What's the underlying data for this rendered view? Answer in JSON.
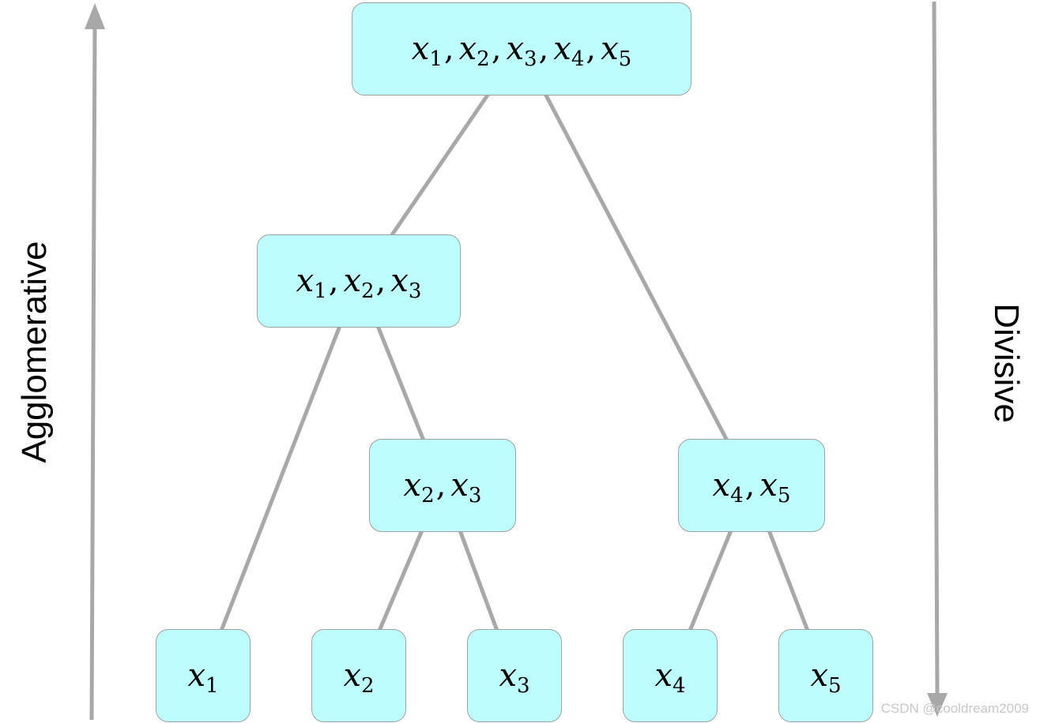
{
  "nodes": [
    {
      "id": "root",
      "terms": [
        {
          "v": "x",
          "s": "1"
        },
        {
          "v": "x",
          "s": "2"
        },
        {
          "v": "x",
          "s": "3"
        },
        {
          "v": "x",
          "s": "4"
        },
        {
          "v": "x",
          "s": "5"
        }
      ]
    },
    {
      "id": "c123",
      "terms": [
        {
          "v": "x",
          "s": "1"
        },
        {
          "v": "x",
          "s": "2"
        },
        {
          "v": "x",
          "s": "3"
        }
      ]
    },
    {
      "id": "c23",
      "terms": [
        {
          "v": "x",
          "s": "2"
        },
        {
          "v": "x",
          "s": "3"
        }
      ]
    },
    {
      "id": "c45",
      "terms": [
        {
          "v": "x",
          "s": "4"
        },
        {
          "v": "x",
          "s": "5"
        }
      ]
    },
    {
      "id": "l1",
      "terms": [
        {
          "v": "x",
          "s": "1"
        }
      ]
    },
    {
      "id": "l2",
      "terms": [
        {
          "v": "x",
          "s": "2"
        }
      ]
    },
    {
      "id": "l3",
      "terms": [
        {
          "v": "x",
          "s": "3"
        }
      ]
    },
    {
      "id": "l4",
      "terms": [
        {
          "v": "x",
          "s": "4"
        }
      ]
    },
    {
      "id": "l5",
      "terms": [
        {
          "v": "x",
          "s": "5"
        }
      ]
    }
  ],
  "edges": [
    [
      "root",
      "c123"
    ],
    [
      "root",
      "c45"
    ],
    [
      "c123",
      "l1"
    ],
    [
      "c123",
      "c23"
    ],
    [
      "c23",
      "l2"
    ],
    [
      "c23",
      "l3"
    ],
    [
      "c45",
      "l4"
    ],
    [
      "c45",
      "l5"
    ]
  ],
  "labels": {
    "agglomerative": "Agglomerative",
    "divisive": "Divisive"
  },
  "watermark": "CSDN @cooldream2009",
  "colors": {
    "node_fill": "#bdfdfd",
    "node_border": "#a0a0a0",
    "line": "#a8a8a8"
  }
}
